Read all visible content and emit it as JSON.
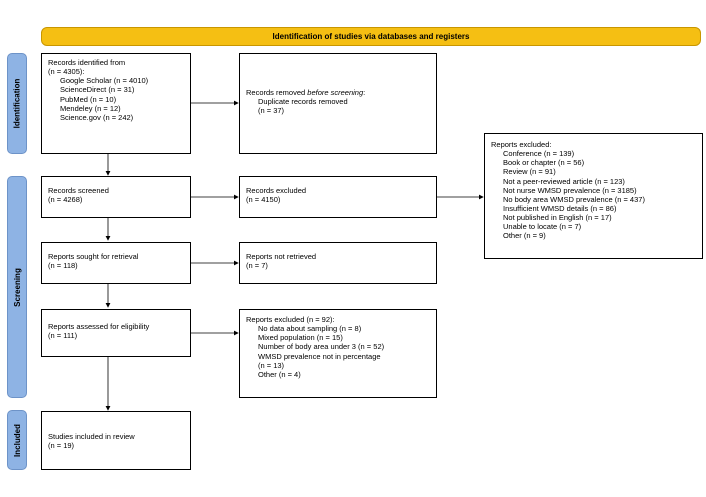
{
  "banner": {
    "title": "Identification of studies via databases and registers"
  },
  "sidebar": {
    "identification": "Identification",
    "screening": "Screening",
    "included": "Included"
  },
  "identified": {
    "title": "Records identified from",
    "n": "(n = 4305):",
    "sources": [
      "Google Scholar (n = 4010)",
      "ScienceDirect (n = 31)",
      "PubMed (n = 10)",
      "Mendeley (n = 12)",
      "Science.gov (n = 242)"
    ]
  },
  "removed": {
    "title_prefix": "Records removed ",
    "title_italic": "before screening",
    "title_suffix": ":",
    "item": "Duplicate records removed",
    "n": "(n = 37)"
  },
  "screened": {
    "title": "Records screened",
    "n": "(n = 4268)"
  },
  "excluded_records": {
    "title": "Records excluded",
    "n": "(n = 4150)"
  },
  "reports_excluded_big": {
    "title": "Reports excluded:",
    "items": [
      "Conference (n = 139)",
      "Book or chapter (n = 56)",
      "Review (n = 91)",
      "Not a peer-reviewed article (n = 123)",
      "Not nurse WMSD prevalence (n = 3185)",
      "No body area WMSD prevalence (n = 437)",
      "Insufficient WMSD details (n = 86)",
      "Not published in English (n = 17)",
      "Unable to locate (n = 7)",
      "Other (n = 9)"
    ]
  },
  "sought": {
    "title": "Reports sought for retrieval",
    "n": "(n = 118)"
  },
  "not_retrieved": {
    "title": "Reports not retrieved",
    "n": "(n = 7)"
  },
  "assessed": {
    "title": "Reports assessed for eligibility",
    "n": "(n = 111)"
  },
  "reports_excluded_small": {
    "title": "Reports excluded (n = 92):",
    "items": [
      "No data about sampling (n = 8)",
      "Mixed population (n = 15)",
      "Number of body area under 3 (n = 52)",
      "WMSD prevalence not in percentage",
      "(n = 13)",
      "Other (n = 4)"
    ]
  },
  "included": {
    "title": "Studies included in review",
    "n": "(n = 19)"
  }
}
